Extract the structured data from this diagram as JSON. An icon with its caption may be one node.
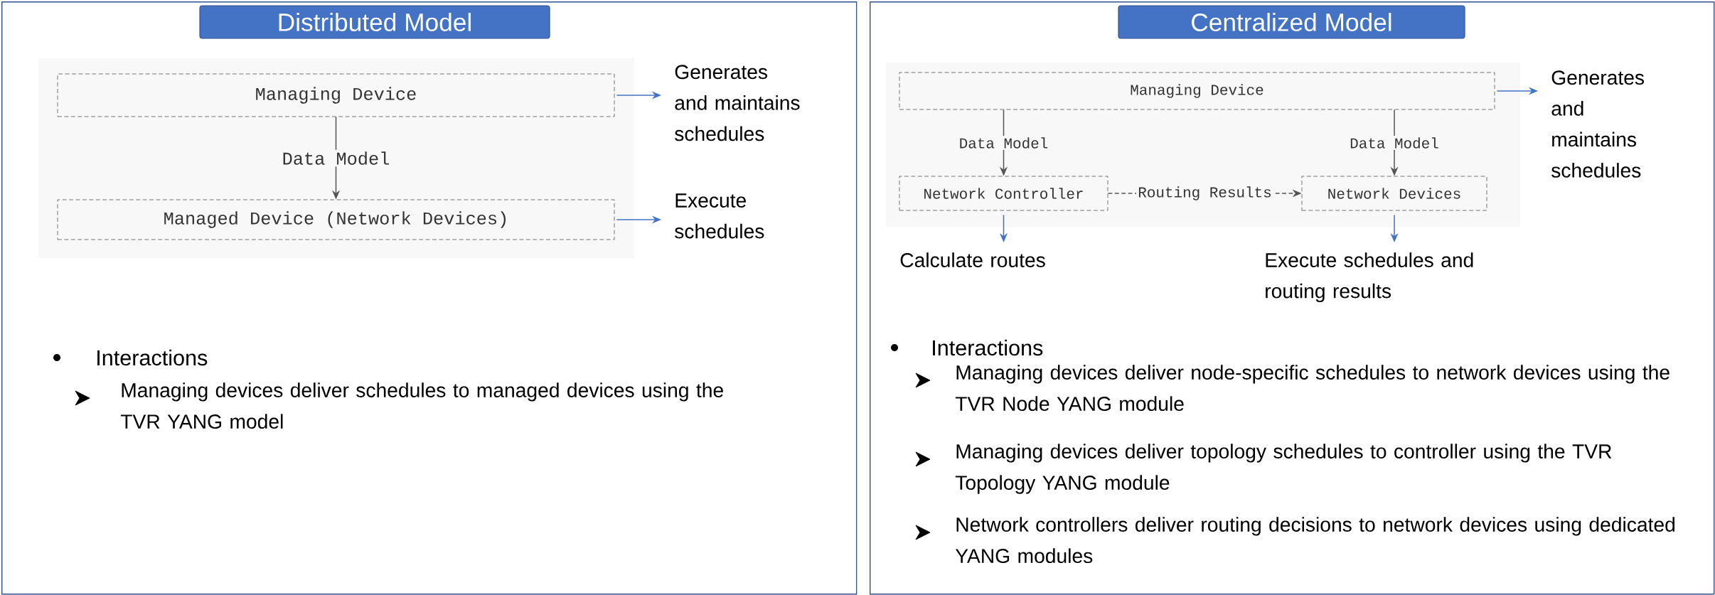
{
  "diagram": {
    "nodes": [
      {
        "text": [
          "Distributed Model",
          "Interactions",
          "Managing devices deliver schedules to managed devices using the TVR YANG model"
        ]
      },
      {
        "text": [
          "Managing Device"
        ],
        "in": 0
      },
      {
        "text": [
          "Managed Device (Network Devices)"
        ],
        "in": 0
      },
      {
        "text": [
          "Generates and maintains schedules"
        ],
        "in": 0
      },
      {
        "text": [
          "Execute schedules"
        ],
        "in": 0
      },
      {
        "text": [
          "Centralized Model",
          "Interactions",
          "Managing devices deliver node-specific schedules to network devices using the TVR Node YANG module",
          "Managing devices deliver topology schedules to controller using the TVR Topology YANG module",
          "Network controllers deliver routing decisions to network devices using dedicated YANG modules"
        ]
      },
      {
        "text": [
          "Managing Device"
        ],
        "in": 5
      },
      {
        "text": [
          "Network Controller"
        ],
        "in": 5
      },
      {
        "text": [
          "Network Devices"
        ],
        "in": 5
      },
      {
        "text": [
          "Generates and maintains schedules"
        ],
        "in": 5
      },
      {
        "text": [
          "Calculate routes"
        ],
        "in": 5
      },
      {
        "text": [
          "Execute schedules and routing results"
        ],
        "in": 5
      }
    ],
    "edges": [
      {
        "from": 1,
        "to": 2,
        "arrow": "to",
        "label": "Data Model",
        "color": "#555555"
      },
      {
        "from": 1,
        "to": 3,
        "arrow": "to"
      },
      {
        "from": 2,
        "to": 4,
        "arrow": "to"
      },
      {
        "from": 6,
        "to": 7,
        "arrow": "to",
        "label": "Data Model",
        "color": "#555555"
      },
      {
        "from": 6,
        "to": 8,
        "arrow": "to",
        "label": "Data Model",
        "color": "#555555"
      },
      {
        "from": 7,
        "to": 8,
        "arrow": "to",
        "label": "Routing Results",
        "style": "dashed",
        "color": "#555555"
      },
      {
        "from": 6,
        "to": 9,
        "arrow": "to"
      },
      {
        "from": 7,
        "to": 10,
        "arrow": "to"
      },
      {
        "from": 8,
        "to": 11,
        "arrow": "to"
      }
    ]
  }
}
